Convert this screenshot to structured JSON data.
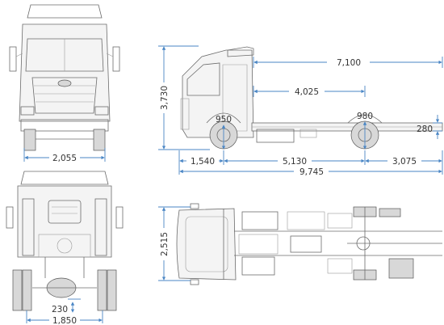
{
  "dimensions": {
    "front_width": "2,055",
    "rear_track": "1,850",
    "rear_ground_clearance": "230",
    "overall_height": "3,730",
    "cab_to_end": "7,100",
    "cab_to_rear_axle": "4,025",
    "front_wheel_height": "950",
    "rear_wheel_height": "980",
    "frame_height": "280",
    "front_overhang": "1,540",
    "wheelbase": "5,130",
    "rear_overhang": "3,075",
    "overall_length": "9,745",
    "chassis_width": "2,515"
  },
  "colors": {
    "dimension_line": "#4a86c5",
    "drawing_line": "#6b6b6b",
    "label_text": "#333333"
  }
}
